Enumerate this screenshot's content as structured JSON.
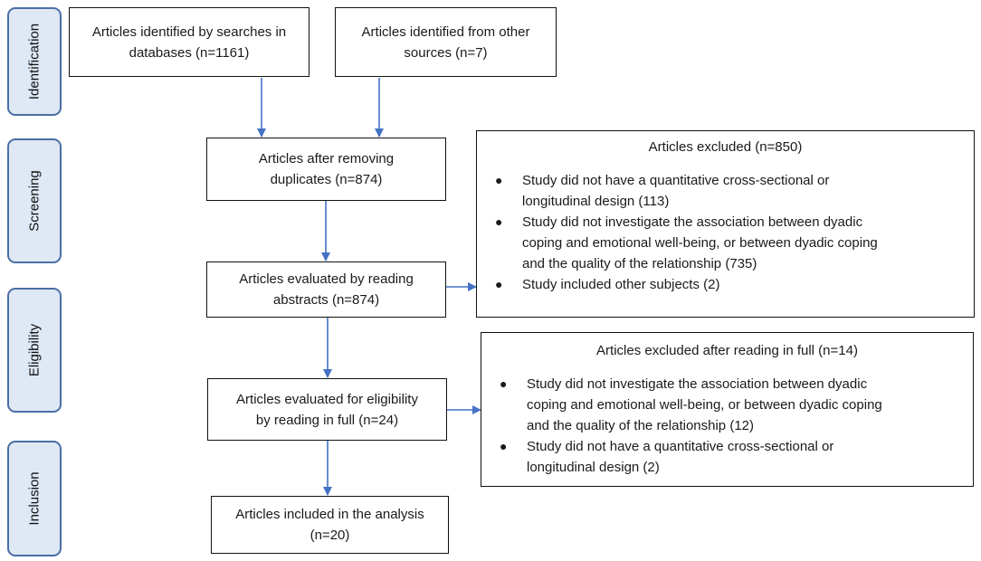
{
  "phases": {
    "identification": "Identification",
    "screening": "Screening",
    "eligibility": "Eligibility",
    "inclusion": "Inclusion"
  },
  "boxes": {
    "databases": "Articles identified by searches in\ndatabases (n=1161)",
    "other_sources": "Articles identified from other\nsources (n=7)",
    "after_duplicates": "Articles after removing\nduplicates (n=874)",
    "abstracts": "Articles evaluated by reading\nabstracts (n=874)",
    "full_text": "Articles evaluated for eligibility\nby reading in full (n=24)",
    "included": "Articles included in the analysis\n(n=20)"
  },
  "excluded_screening": {
    "title": "Articles excluded (n=850)",
    "items": [
      "Study did not have a quantitative cross-sectional or\nlongitudinal design (113)",
      "Study did not investigate the association between dyadic\ncoping and emotional well-being, or between dyadic coping\nand the quality of the relationship (735)",
      "Study included other subjects (2)"
    ]
  },
  "excluded_full": {
    "title": "Articles excluded after reading in full (n=14)",
    "items": [
      "Study did not investigate the association between dyadic\ncoping and emotional well-being, or between dyadic coping\nand the quality of the relationship (12)",
      "Study did not have a quantitative cross-sectional or\nlongitudinal design (2)"
    ]
  },
  "bullet_symbol": "●",
  "colors": {
    "arrow": "#4472c4",
    "phase_fill": "#dfe8f5",
    "phase_border": "#4a6fa5",
    "box_border": "#111111"
  }
}
